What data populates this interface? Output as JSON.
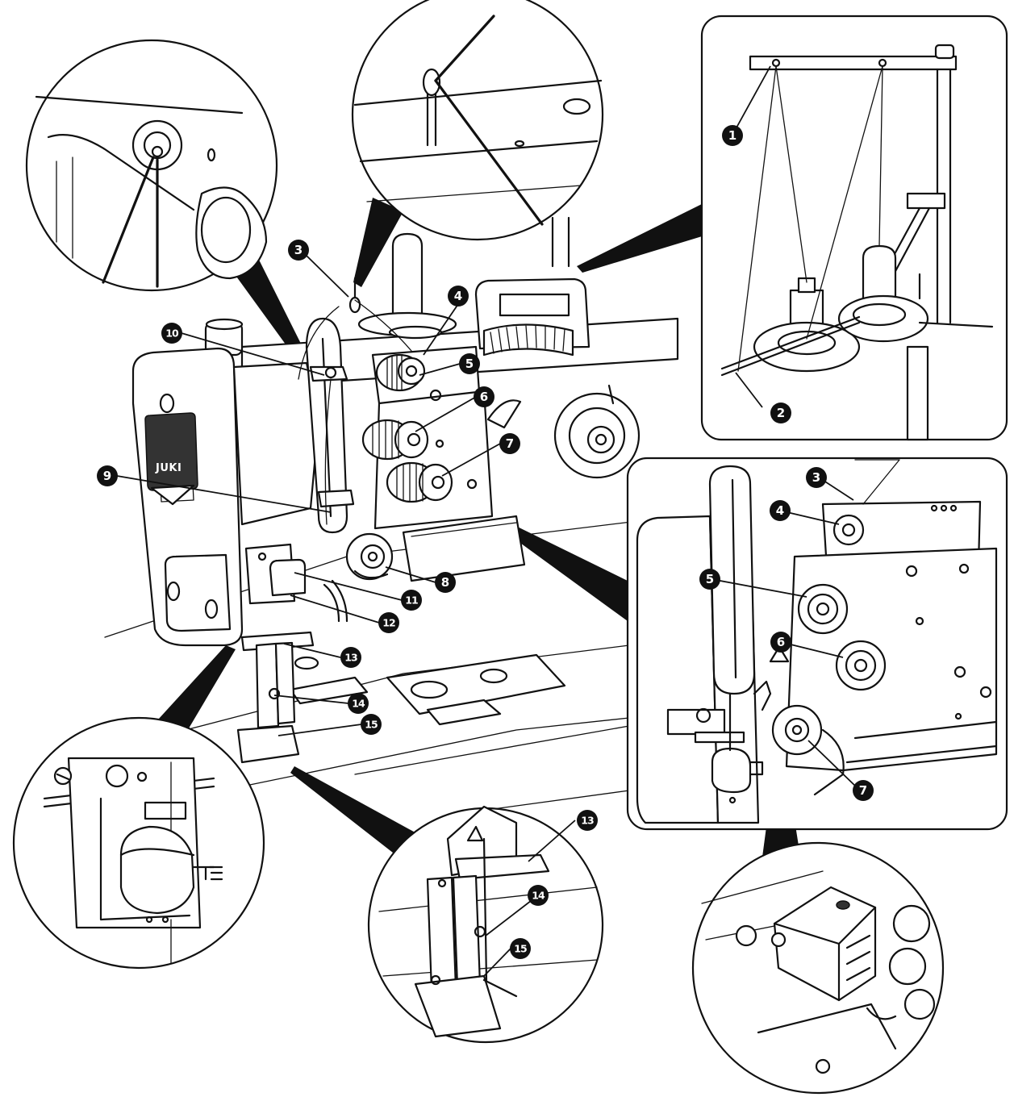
{
  "brand_logo": "JUKI",
  "callouts": [
    {
      "id": "1",
      "label": "1"
    },
    {
      "id": "2",
      "label": "2"
    },
    {
      "id": "3",
      "label": "3"
    },
    {
      "id": "4",
      "label": "4"
    },
    {
      "id": "5",
      "label": "5"
    },
    {
      "id": "6",
      "label": "6"
    },
    {
      "id": "7",
      "label": "7"
    },
    {
      "id": "8",
      "label": "8"
    },
    {
      "id": "9",
      "label": "9"
    },
    {
      "id": "10",
      "label": "10"
    },
    {
      "id": "11",
      "label": "11"
    },
    {
      "id": "12",
      "label": "12"
    },
    {
      "id": "13",
      "label": "13"
    },
    {
      "id": "14",
      "label": "14"
    },
    {
      "id": "15",
      "label": "15"
    }
  ],
  "colors": {
    "ink": "#111111",
    "paper": "#ffffff"
  }
}
